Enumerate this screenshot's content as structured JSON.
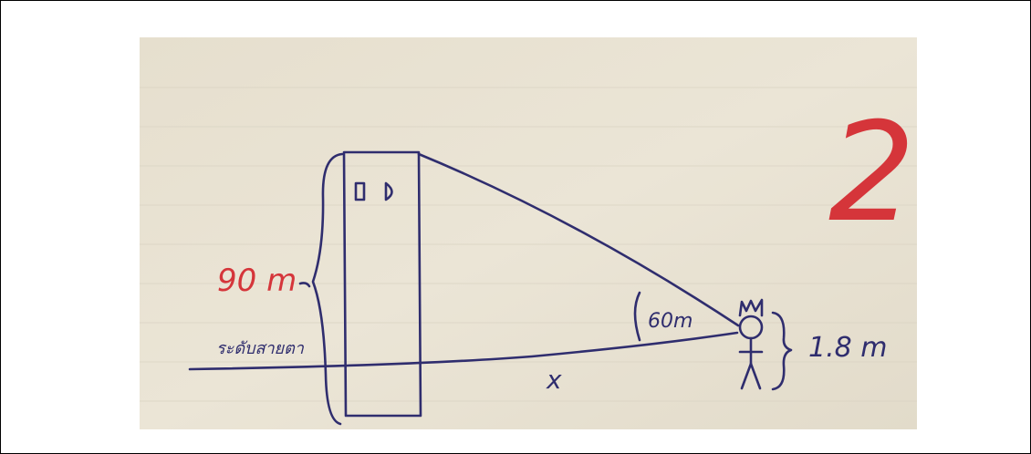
{
  "figure": {
    "problem_number": "2",
    "height_label": "90 m",
    "angle_label": "60m",
    "observer_height_label": "1.8 m",
    "distance_label": "x",
    "ground_label": "ระดับสายตา",
    "ink_color": "#2f2d6e",
    "accent_color": "#d5353a",
    "paper_color": "#e8e2d3"
  }
}
